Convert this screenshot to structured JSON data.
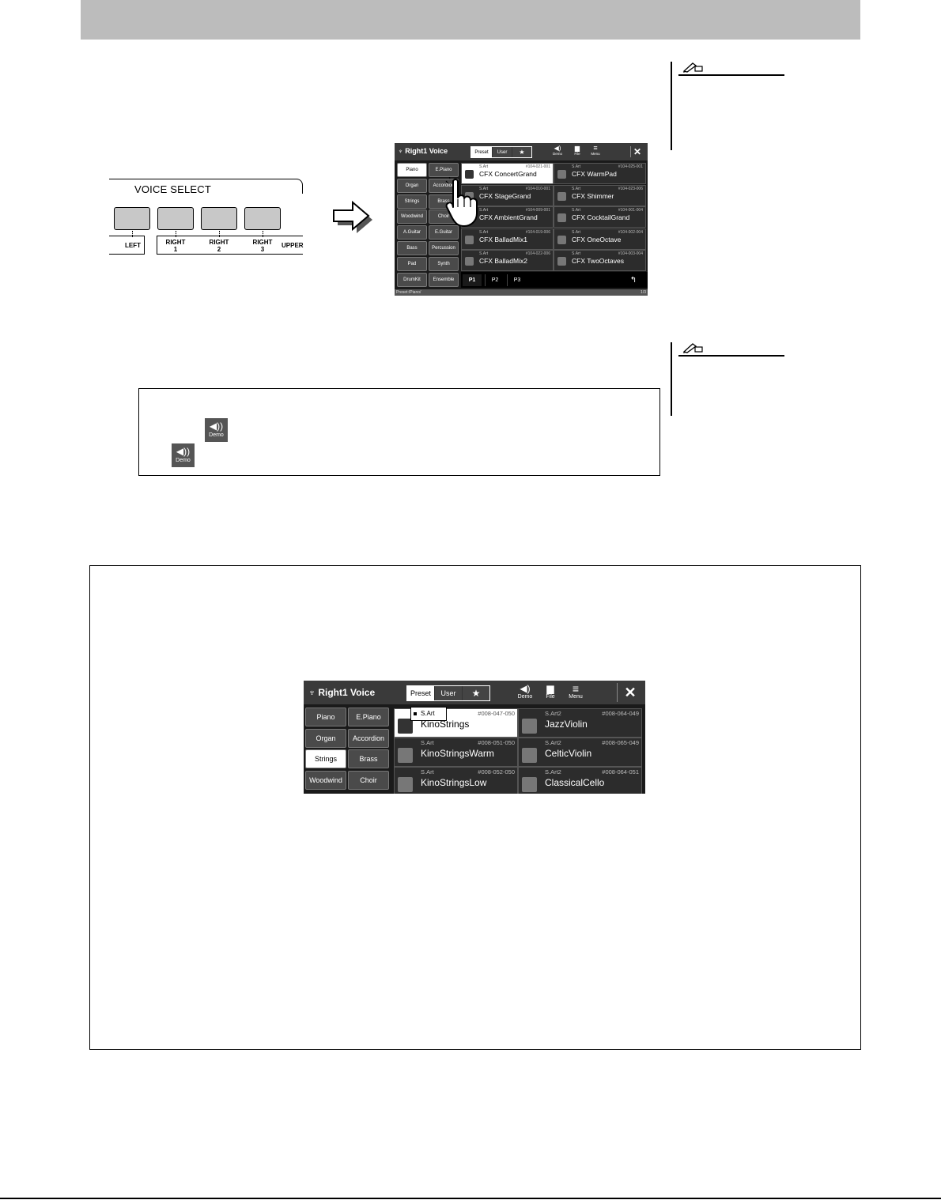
{
  "voice_select": {
    "title": "VOICE SELECT",
    "buttons": [
      {
        "label": "LEFT"
      },
      {
        "label": "RIGHT 1"
      },
      {
        "label": "RIGHT 2"
      },
      {
        "label": "RIGHT 3"
      }
    ],
    "upper_label": "UPPER"
  },
  "screen_small": {
    "title": "Right1 Voice",
    "tabs": [
      "Preset",
      "User",
      "★"
    ],
    "icons": {
      "demo": "Demo",
      "file": "File",
      "menu": "Menu"
    },
    "categories": [
      [
        "Piano",
        "E.Piano"
      ],
      [
        "Organ",
        "Accordion"
      ],
      [
        "Strings",
        "Brass"
      ],
      [
        "Woodwind",
        "Choir"
      ],
      [
        "A.Guitar",
        "E.Guitar"
      ],
      [
        "Bass",
        "Percussion"
      ],
      [
        "Pad",
        "Synth"
      ],
      [
        "DrumKit",
        "Ensemble"
      ]
    ],
    "voices": [
      {
        "tag": "S.Art",
        "num": "#104-021-001",
        "name": "CFX ConcertGrand"
      },
      {
        "tag": "S.Art",
        "num": "#104-025-001",
        "name": "CFX WarmPad"
      },
      {
        "tag": "S.Art",
        "num": "#104-010-001",
        "name": "CFX StageGrand"
      },
      {
        "tag": "S.Art",
        "num": "#104-023-006",
        "name": "CFX Shimmer"
      },
      {
        "tag": "S.Art",
        "num": "#104-009-001",
        "name": "CFX AmbientGrand"
      },
      {
        "tag": "S.Art",
        "num": "#104-001-004",
        "name": "CFX CocktailGrand"
      },
      {
        "tag": "S.Art",
        "num": "#104-019-006",
        "name": "CFX BalladMix1"
      },
      {
        "tag": "S.Art",
        "num": "#104-002-004",
        "name": "CFX OneOctave"
      },
      {
        "tag": "S.Art",
        "num": "#104-022-006",
        "name": "CFX BalladMix2"
      },
      {
        "tag": "S.Art",
        "num": "#104-003-004",
        "name": "CFX TwoOctaves"
      }
    ],
    "pages": [
      "P1",
      "P2",
      "P3"
    ],
    "status": "Preset:/Piano/",
    "page_count": "1/3"
  },
  "tip": {
    "demo_label": "Demo"
  },
  "screen_big": {
    "title": "Right1 Voice",
    "tabs": [
      "Preset",
      "User",
      "★"
    ],
    "icons": {
      "demo": "Demo",
      "file": "File",
      "menu": "Menu"
    },
    "categories": [
      [
        "Piano",
        "E.Piano"
      ],
      [
        "Organ",
        "Accordion"
      ],
      [
        "Strings",
        "Brass"
      ],
      [
        "Woodwind",
        "Choir"
      ]
    ],
    "callout": "S.Art",
    "voices": [
      {
        "tag": "S.Art",
        "num": "#008-047-050",
        "name": "KinoStrings"
      },
      {
        "tag": "S.Art2",
        "num": "#008-064-049",
        "name": "JazzViolin"
      },
      {
        "tag": "S.Art",
        "num": "#008-051-050",
        "name": "KinoStringsWarm"
      },
      {
        "tag": "S.Art2",
        "num": "#008-065-049",
        "name": "CelticViolin"
      },
      {
        "tag": "S.Art",
        "num": "#008-052-050",
        "name": "KinoStringsLow"
      },
      {
        "tag": "S.Art2",
        "num": "#008-064-051",
        "name": "ClassicalCello"
      }
    ]
  }
}
